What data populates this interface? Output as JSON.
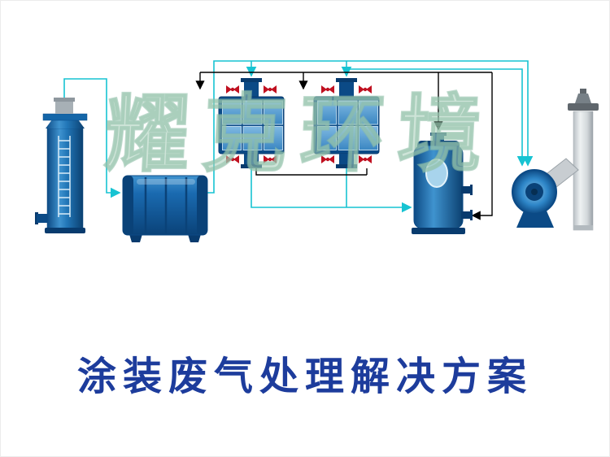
{
  "watermark": {
    "text": "耀克环境"
  },
  "title": {
    "text": "涂装废气处理解决方案"
  },
  "colors": {
    "pipe_cyan": "#17c3d2",
    "pipe_black": "#000000",
    "equipment_blue": "#1a6ab0",
    "equipment_dark_blue": "#0b4a86",
    "valve_red": "#c01020",
    "title_blue": "#1d3c9c",
    "watermark_green": "#a9cdbb",
    "chimney_gray": "#d3d8db"
  },
  "equipment": [
    {
      "name": "spray-scrubber-tower"
    },
    {
      "name": "horizontal-treatment-tank"
    },
    {
      "name": "activated-carbon-box-1"
    },
    {
      "name": "activated-carbon-box-2"
    },
    {
      "name": "vertical-tank"
    },
    {
      "name": "centrifugal-fan"
    },
    {
      "name": "exhaust-chimney"
    }
  ]
}
